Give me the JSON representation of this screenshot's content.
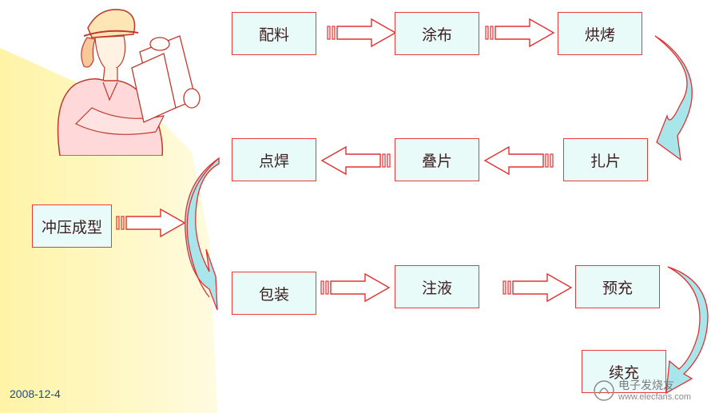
{
  "steps": {
    "peiliao": "配料",
    "tubu": "涂布",
    "hongkao": "烘烤",
    "zhapian": "扎片",
    "diepian": "叠片",
    "dianhan": "点焊",
    "chongya": "冲压成型",
    "baozhuang": "包装",
    "zhuye": "注液",
    "yuchong": "预充",
    "xuchong": "续充"
  },
  "date": "2008-12-4",
  "watermark": {
    "title": "电子发烧友",
    "url": "www.elecfans.com"
  },
  "colors": {
    "box_fill": "#e9fbf9",
    "box_border": "#ea3b3b",
    "arrow_border": "#e23030",
    "curve_fill": "#a8e6ec",
    "background_glow": "#fff6b0"
  }
}
